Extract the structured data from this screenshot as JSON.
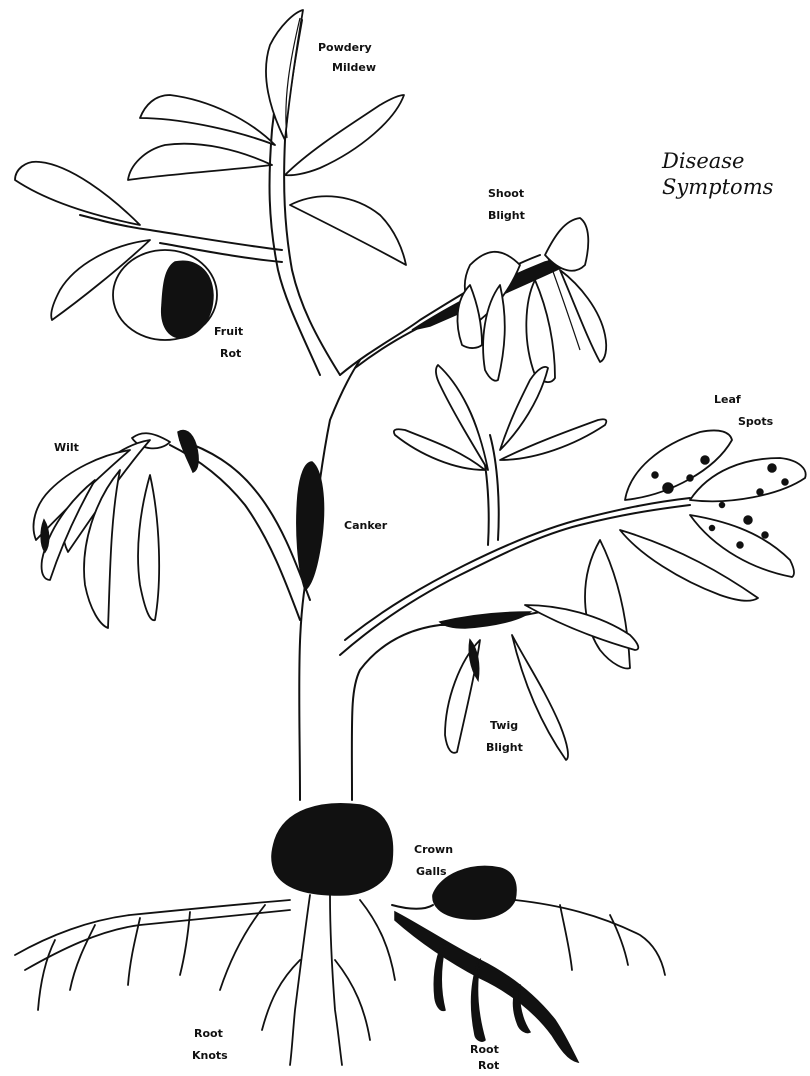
{
  "title": {
    "line1": "Disease",
    "line2": "Symptoms"
  },
  "labels": {
    "powdery_mildew_1": "Powdery",
    "powdery_mildew_2": "Mildew",
    "shoot_blight_1": "Shoot",
    "shoot_blight_2": "Blight",
    "fruit_rot_1": "Fruit",
    "fruit_rot_2": "Rot",
    "wilt": "Wilt",
    "leaf_spots_1": "Leaf",
    "leaf_spots_2": "Spots",
    "canker": "Canker",
    "twig_blight_1": "Twig",
    "twig_blight_2": "Blight",
    "crown_galls_1": "Crown",
    "crown_galls_2": "Galls",
    "root_knots_1": "Root",
    "root_knots_2": "Knots",
    "root_rot_1": "Root",
    "root_rot_2": "Rot"
  }
}
